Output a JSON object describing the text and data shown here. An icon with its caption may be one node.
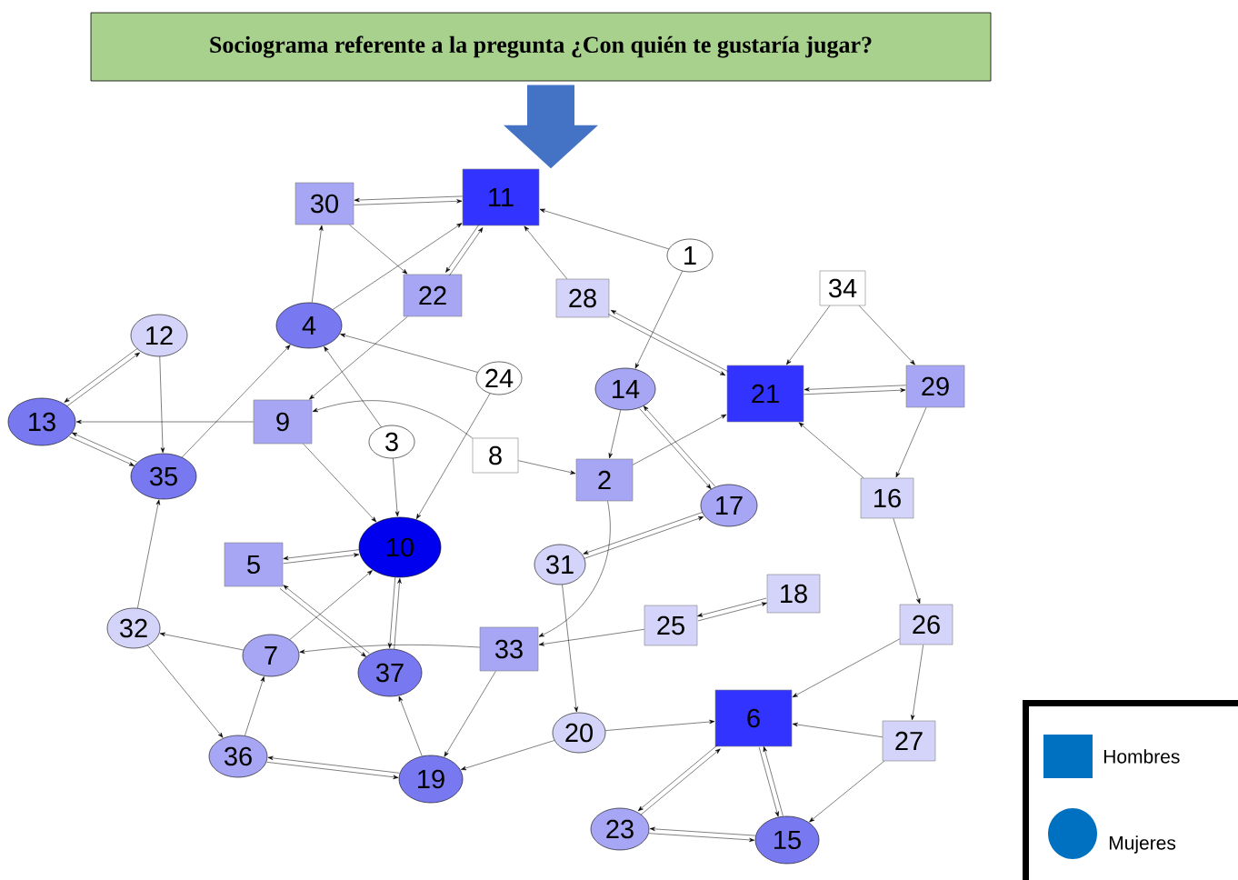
{
  "diagram": {
    "nodes": [
      {
        "text": [
          "Sociograma referente a la pregunta ¿Con quién te gustaría jugar?"
        ]
      },
      {
        "text": [
          "11"
        ]
      },
      {
        "text": [
          "30"
        ]
      },
      {
        "text": [
          "22"
        ]
      },
      {
        "text": [
          "1"
        ]
      },
      {
        "text": [
          "28"
        ]
      },
      {
        "text": [
          "34"
        ]
      },
      {
        "text": [
          "4"
        ]
      },
      {
        "text": [
          "12"
        ]
      },
      {
        "text": [
          "24"
        ]
      },
      {
        "text": [
          "14"
        ]
      },
      {
        "text": [
          "21"
        ]
      },
      {
        "text": [
          "29"
        ]
      },
      {
        "text": [
          "13"
        ]
      },
      {
        "text": [
          "9"
        ]
      },
      {
        "text": [
          "3"
        ]
      },
      {
        "text": [
          "8"
        ]
      },
      {
        "text": [
          "35"
        ]
      },
      {
        "text": [
          "2"
        ]
      },
      {
        "text": [
          "16"
        ]
      },
      {
        "text": [
          "17"
        ]
      },
      {
        "text": [
          "10"
        ]
      },
      {
        "text": [
          "5"
        ]
      },
      {
        "text": [
          "31"
        ]
      },
      {
        "text": [
          "18"
        ]
      },
      {
        "text": [
          "32"
        ]
      },
      {
        "text": [
          "25"
        ]
      },
      {
        "text": [
          "26"
        ]
      },
      {
        "text": [
          "7"
        ]
      },
      {
        "text": [
          "33"
        ]
      },
      {
        "text": [
          "37"
        ]
      },
      {
        "text": [
          "6"
        ]
      },
      {
        "text": [
          "20"
        ]
      },
      {
        "text": [
          "27"
        ]
      },
      {
        "text": [
          "36"
        ]
      },
      {
        "text": [
          "19"
        ]
      },
      {
        "text": [
          "23"
        ]
      },
      {
        "text": [
          "15"
        ]
      }
    ],
    "edges": [
      {
        "from": 0,
        "to": 1,
        "arrow": "to",
        "style": "thick",
        "color": "#4472c4"
      },
      {
        "from": 2,
        "to": 1,
        "arrow": "to"
      },
      {
        "from": 1,
        "to": 2,
        "arrow": "to"
      },
      {
        "from": 1,
        "to": 3,
        "arrow": "to"
      },
      {
        "from": 3,
        "to": 1,
        "arrow": "to"
      },
      {
        "from": 2,
        "to": 3,
        "arrow": "to"
      },
      {
        "from": 7,
        "to": 2,
        "arrow": "to"
      },
      {
        "from": 7,
        "to": 1,
        "arrow": "to"
      },
      {
        "from": 4,
        "to": 1,
        "arrow": "to"
      },
      {
        "from": 5,
        "to": 1,
        "arrow": "to"
      },
      {
        "from": 4,
        "to": 10,
        "arrow": "to"
      },
      {
        "from": 5,
        "to": 11,
        "arrow": "to"
      },
      {
        "from": 11,
        "to": 5,
        "arrow": "to"
      },
      {
        "from": 6,
        "to": 11,
        "arrow": "to"
      },
      {
        "from": 6,
        "to": 12,
        "arrow": "to"
      },
      {
        "from": 11,
        "to": 12,
        "arrow": "to"
      },
      {
        "from": 12,
        "to": 11,
        "arrow": "to"
      },
      {
        "from": 12,
        "to": 19,
        "arrow": "to"
      },
      {
        "from": 19,
        "to": 11,
        "arrow": "to"
      },
      {
        "from": 19,
        "to": 27,
        "arrow": "to"
      },
      {
        "from": 27,
        "to": 31,
        "arrow": "to"
      },
      {
        "from": 27,
        "to": 33,
        "arrow": "to"
      },
      {
        "from": 33,
        "to": 31,
        "arrow": "to"
      },
      {
        "from": 33,
        "to": 37,
        "arrow": "to"
      },
      {
        "from": 31,
        "to": 37,
        "arrow": "to"
      },
      {
        "from": 37,
        "to": 31,
        "arrow": "to"
      },
      {
        "from": 31,
        "to": 36,
        "arrow": "to"
      },
      {
        "from": 36,
        "to": 31,
        "arrow": "to"
      },
      {
        "from": 36,
        "to": 37,
        "arrow": "to"
      },
      {
        "from": 37,
        "to": 36,
        "arrow": "to"
      },
      {
        "from": 32,
        "to": 31,
        "arrow": "to"
      },
      {
        "from": 32,
        "to": 35,
        "arrow": "to"
      },
      {
        "from": 23,
        "to": 32,
        "arrow": "to"
      },
      {
        "from": 18,
        "to": 29,
        "arrow": "to"
      },
      {
        "from": 23,
        "to": 20,
        "arrow": "to"
      },
      {
        "from": 20,
        "to": 23,
        "arrow": "to"
      },
      {
        "from": 10,
        "to": 20,
        "arrow": "to"
      },
      {
        "from": 20,
        "to": 10,
        "arrow": "to"
      },
      {
        "from": 10,
        "to": 18,
        "arrow": "to"
      },
      {
        "from": 18,
        "to": 11,
        "arrow": "to"
      },
      {
        "from": 16,
        "to": 18,
        "arrow": "to"
      },
      {
        "from": 16,
        "to": 14,
        "arrow": "to"
      },
      {
        "from": 15,
        "to": 7,
        "arrow": "to"
      },
      {
        "from": 15,
        "to": 21,
        "arrow": "to"
      },
      {
        "from": 9,
        "to": 7,
        "arrow": "to"
      },
      {
        "from": 9,
        "to": 21,
        "arrow": "to"
      },
      {
        "from": 3,
        "to": 14,
        "arrow": "to"
      },
      {
        "from": 14,
        "to": 13,
        "arrow": "to"
      },
      {
        "from": 14,
        "to": 21,
        "arrow": "to"
      },
      {
        "from": 8,
        "to": 13,
        "arrow": "to"
      },
      {
        "from": 13,
        "to": 8,
        "arrow": "to"
      },
      {
        "from": 8,
        "to": 17,
        "arrow": "to"
      },
      {
        "from": 13,
        "to": 17,
        "arrow": "to"
      },
      {
        "from": 17,
        "to": 13,
        "arrow": "to"
      },
      {
        "from": 17,
        "to": 7,
        "arrow": "to"
      },
      {
        "from": 25,
        "to": 17,
        "arrow": "to"
      },
      {
        "from": 25,
        "to": 34,
        "arrow": "to"
      },
      {
        "from": 28,
        "to": 25,
        "arrow": "to"
      },
      {
        "from": 34,
        "to": 28,
        "arrow": "to"
      },
      {
        "from": 28,
        "to": 21,
        "arrow": "to"
      },
      {
        "from": 22,
        "to": 21,
        "arrow": "to"
      },
      {
        "from": 21,
        "to": 22,
        "arrow": "to"
      },
      {
        "from": 22,
        "to": 30,
        "arrow": "to"
      },
      {
        "from": 30,
        "to": 22,
        "arrow": "to"
      },
      {
        "from": 21,
        "to": 30,
        "arrow": "to"
      },
      {
        "from": 30,
        "to": 21,
        "arrow": "to"
      },
      {
        "from": 29,
        "to": 28,
        "arrow": "to"
      },
      {
        "from": 26,
        "to": 29,
        "arrow": "to"
      },
      {
        "from": 26,
        "to": 24,
        "arrow": "to"
      },
      {
        "from": 24,
        "to": 26,
        "arrow": "to"
      },
      {
        "from": 29,
        "to": 35,
        "arrow": "to"
      },
      {
        "from": 35,
        "to": 30,
        "arrow": "to"
      },
      {
        "from": 34,
        "to": 35,
        "arrow": "to"
      },
      {
        "from": 35,
        "to": 34,
        "arrow": "to"
      }
    ],
    "legend": [
      {
        "text": "Hombres"
      },
      {
        "text": "Mujeres"
      }
    ]
  }
}
